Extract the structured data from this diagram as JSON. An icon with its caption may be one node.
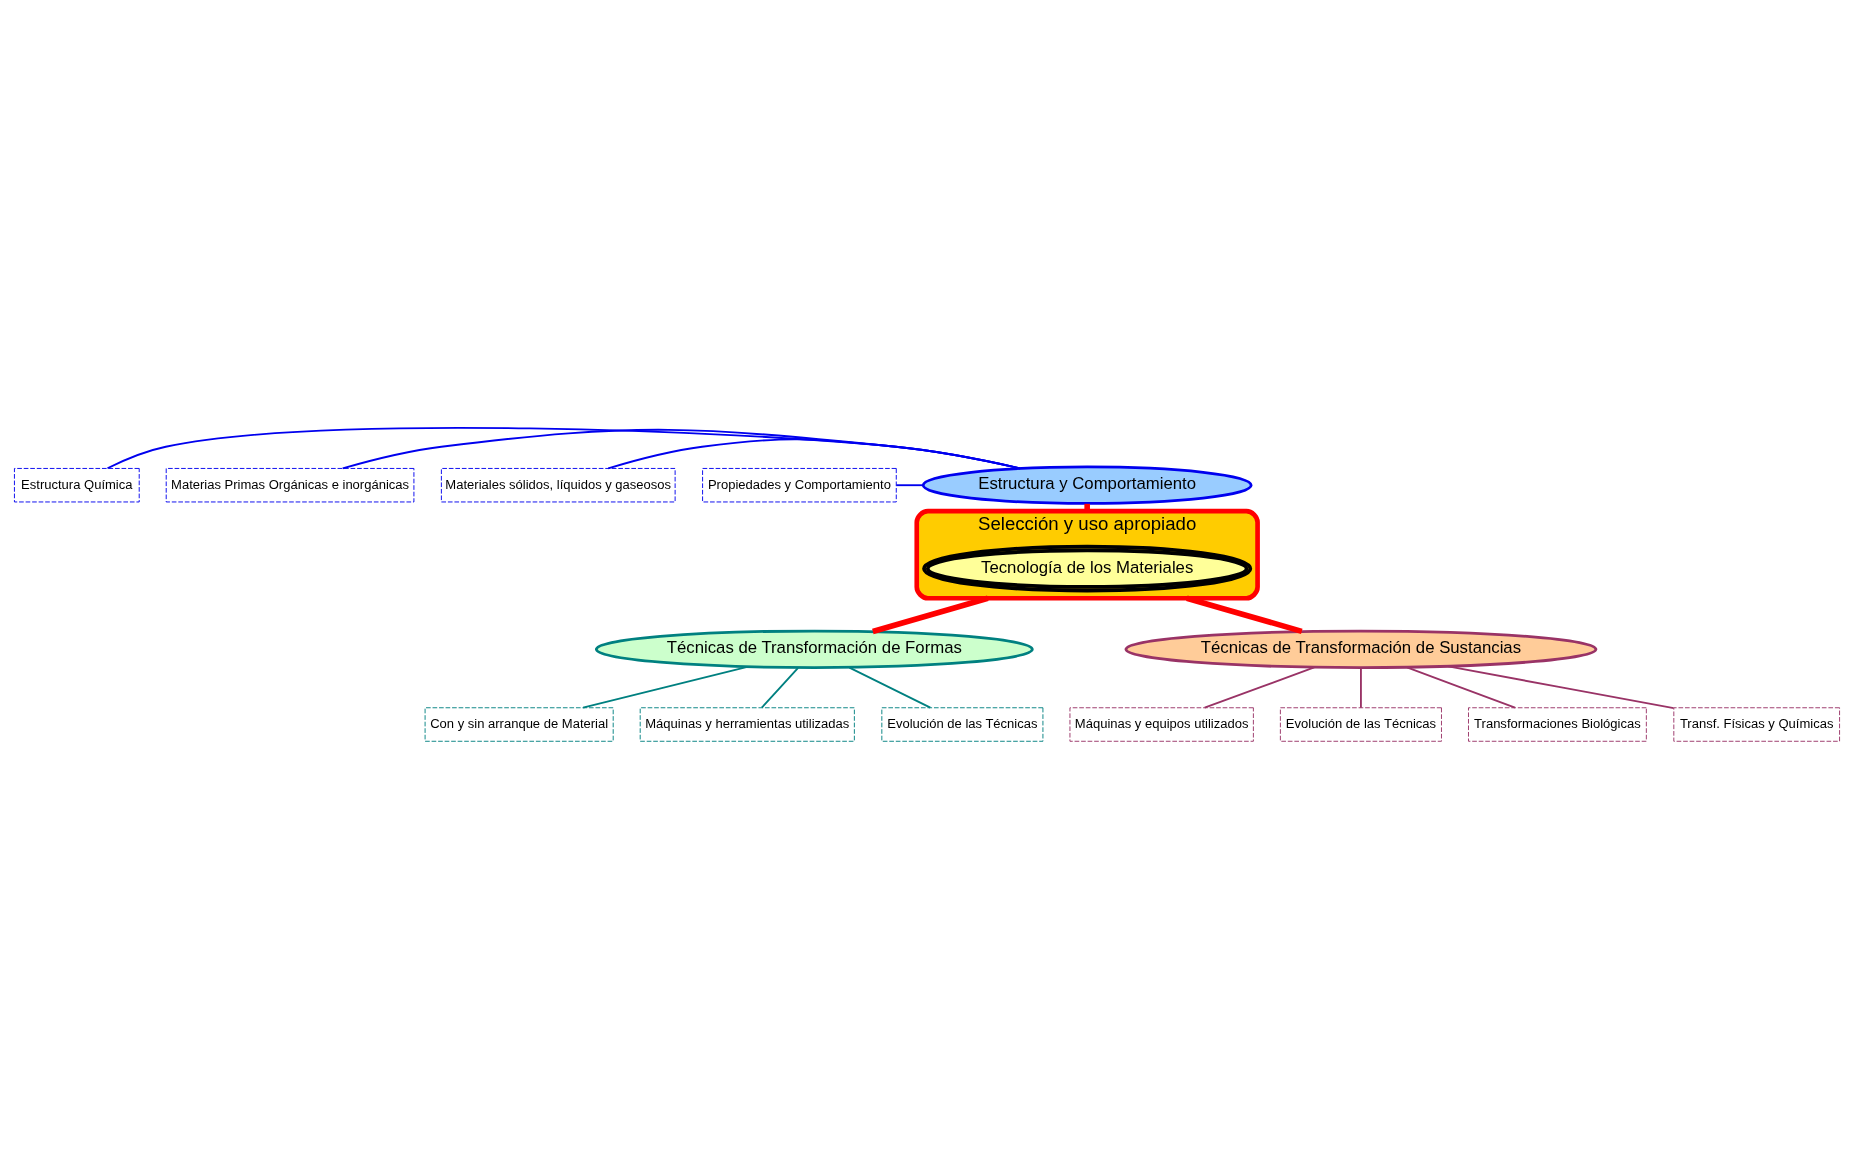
{
  "diagram": {
    "nodes": [
      {
        "text": [
          "Selección y uso apropiado"
        ]
      },
      {
        "text": [
          "Tecnología de los Materiales"
        ],
        "in": 0
      },
      {
        "text": [
          "Estructura y Comportamiento"
        ]
      },
      {
        "text": [
          "Estructura Química"
        ]
      },
      {
        "text": [
          "Materias Primas Orgánicas e inorgánicas"
        ]
      },
      {
        "text": [
          "Materiales sólidos, líquidos y gaseosos"
        ]
      },
      {
        "text": [
          "Propiedades y Comportamiento"
        ]
      },
      {
        "text": [
          "Técnicas de Transformación de Formas"
        ]
      },
      {
        "text": [
          "Con y sin arranque de Material"
        ]
      },
      {
        "text": [
          "Máquinas y herramientas utilizadas"
        ]
      },
      {
        "text": [
          "Evolución de las Técnicas"
        ]
      },
      {
        "text": [
          "Técnicas de Transformación de Sustancias"
        ]
      },
      {
        "text": [
          "Máquinas y equipos utilizados"
        ]
      },
      {
        "text": [
          "Evolución de las Técnicas"
        ]
      },
      {
        "text": [
          "Transformaciones Biológicas"
        ]
      },
      {
        "text": [
          "Transf. Físicas y Químicas"
        ]
      }
    ],
    "edges": [
      {
        "from": 3,
        "to": 2,
        "arrow": "none",
        "color": "#0000ee"
      },
      {
        "from": 4,
        "to": 2,
        "arrow": "none",
        "color": "#0000ee"
      },
      {
        "from": 5,
        "to": 2,
        "arrow": "none",
        "color": "#0000ee"
      },
      {
        "from": 6,
        "to": 2,
        "arrow": "none",
        "color": "#0000ee"
      },
      {
        "from": 2,
        "to": 0,
        "arrow": "none",
        "style": "thick",
        "color": "#ff0000"
      },
      {
        "from": 0,
        "to": 7,
        "arrow": "none",
        "style": "thick",
        "color": "#ff0000"
      },
      {
        "from": 0,
        "to": 11,
        "arrow": "none",
        "style": "thick",
        "color": "#ff0000"
      },
      {
        "from": 7,
        "to": 8,
        "arrow": "none",
        "color": "#008080"
      },
      {
        "from": 7,
        "to": 9,
        "arrow": "none",
        "color": "#008080"
      },
      {
        "from": 7,
        "to": 10,
        "arrow": "none",
        "color": "#008080"
      },
      {
        "from": 11,
        "to": 12,
        "arrow": "none",
        "color": "#993366"
      },
      {
        "from": 11,
        "to": 13,
        "arrow": "none",
        "color": "#993366"
      },
      {
        "from": 11,
        "to": 14,
        "arrow": "none",
        "color": "#993366"
      },
      {
        "from": 11,
        "to": 15,
        "arrow": "none",
        "color": "#993366"
      }
    ]
  }
}
